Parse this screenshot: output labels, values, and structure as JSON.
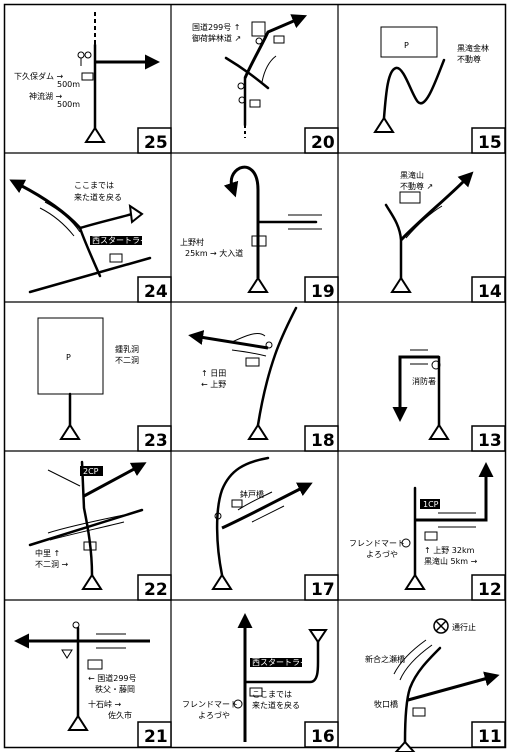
{
  "panels": [
    {
      "number": "25",
      "labels": [
        "下久保ダム →",
        "500m",
        "神流湖 →",
        "500m"
      ]
    },
    {
      "number": "20",
      "labels": [
        "国道299号 ↑",
        "御荷鉾林道 ↗"
      ]
    },
    {
      "number": "15",
      "labels": [
        "P",
        "黒滝金林",
        "不動尊"
      ]
    },
    {
      "number": "24",
      "labels": [
        "ここまでは",
        "来た道を戻る",
        "西スタートライン"
      ]
    },
    {
      "number": "19",
      "labels": [
        "上野村",
        "25km",
        "→ 大入道"
      ]
    },
    {
      "number": "14",
      "labels": [
        "黒滝山",
        "不動尊 ↗"
      ]
    },
    {
      "number": "23",
      "labels": [
        "P",
        "鍾乳洞",
        "不二洞"
      ]
    },
    {
      "number": "18",
      "labels": [
        "↑ 日田",
        "← 上野"
      ]
    },
    {
      "number": "13",
      "labels": [
        "消防署"
      ]
    },
    {
      "number": "22",
      "labels": [
        "2CP",
        "中里 ↑",
        "不二洞 →"
      ]
    },
    {
      "number": "17",
      "labels": [
        "鉢戸橋"
      ]
    },
    {
      "number": "12",
      "labels": [
        "1CP",
        "フレンドマート",
        "よろづや",
        "↑ 上野 32km",
        "黒滝山 5km →"
      ]
    },
    {
      "number": "21",
      "labels": [
        "← 国道299号",
        "秩父・藤岡",
        "十石峠 →",
        "佐久市"
      ]
    },
    {
      "number": "16",
      "labels": [
        "西スタートライン",
        "フレンドマート",
        "よろづや",
        "ここまでは",
        "来た道を戻る"
      ]
    },
    {
      "number": "11",
      "labels": [
        "通行止",
        "新合之瀬橋",
        "牧口橋"
      ]
    }
  ]
}
